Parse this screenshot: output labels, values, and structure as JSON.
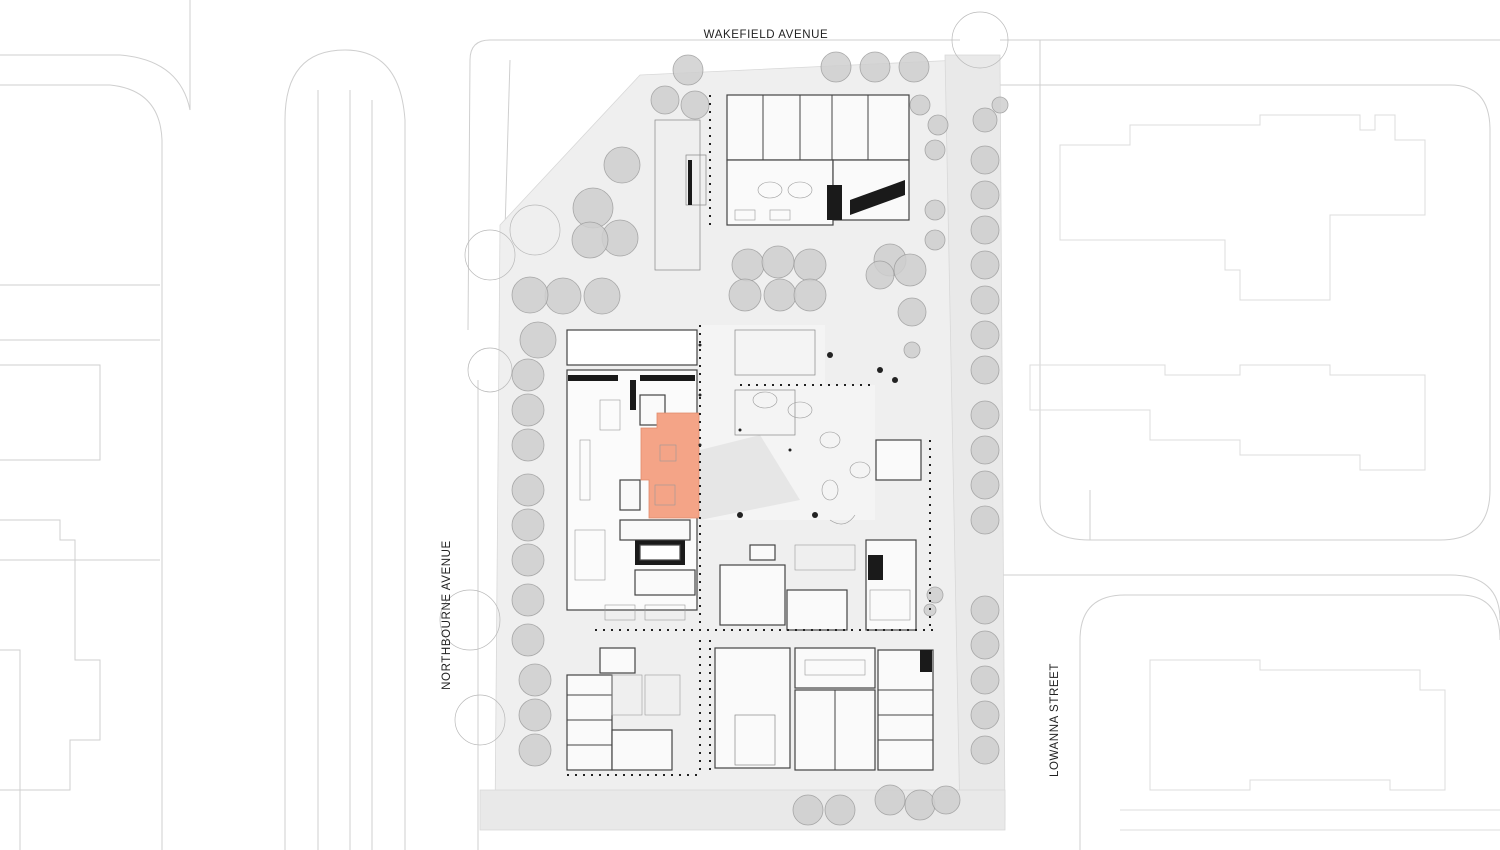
{
  "map": {
    "streets": {
      "north": "WAKEFIELD AVENUE",
      "west": "NORTHBOURNE AVENUE",
      "east": "LOWANNA STREET"
    },
    "colors": {
      "highlight": "#f4a487",
      "tree": "#cfcfcf",
      "wall": "#1a1a1a",
      "context_lines": "#cfcfcf"
    }
  }
}
